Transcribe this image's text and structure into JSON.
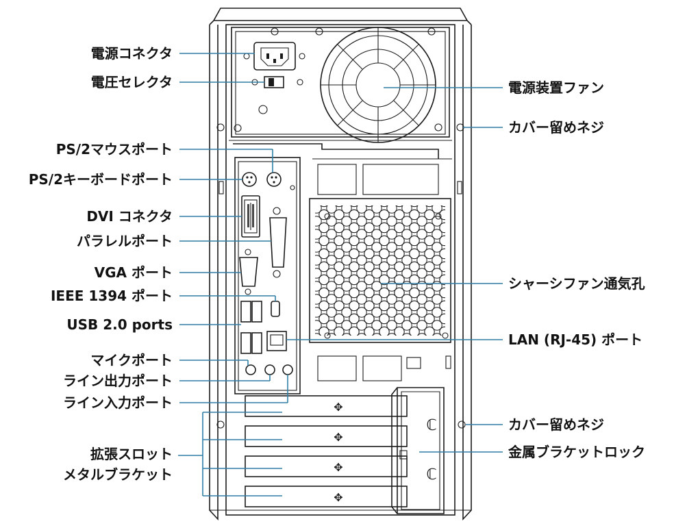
{
  "labels": {
    "power_connector": "電源コネクタ",
    "voltage_selector": "電圧セレクタ",
    "power_fan": "電源装置ファン",
    "cover_screw_top": "カバー留めネジ",
    "ps2_mouse": "PS/2マウスポート",
    "ps2_keyboard": "PS/2キーボードポート",
    "dvi": "DVI コネクタ",
    "parallel": "パラレルポート",
    "vga": "VGA ポート",
    "ieee1394": "IEEE 1394 ポート",
    "usb": "USB 2.0 ports",
    "chassis_fan": "シャーシファン通気孔",
    "lan": "LAN (RJ-45) ポート",
    "mic": "マイクポート",
    "line_out": "ライン出力ポート",
    "line_in": "ライン入力ポート",
    "cover_screw_bottom": "カバー留めネジ",
    "expansion_line1": "拡張スロット",
    "expansion_line2": "メタルブラケット",
    "bracket_lock": "金属ブラケットロック"
  },
  "colors": {
    "leader": "#2e7fa6",
    "outline": "#1a1a1a",
    "text": "#111111"
  }
}
